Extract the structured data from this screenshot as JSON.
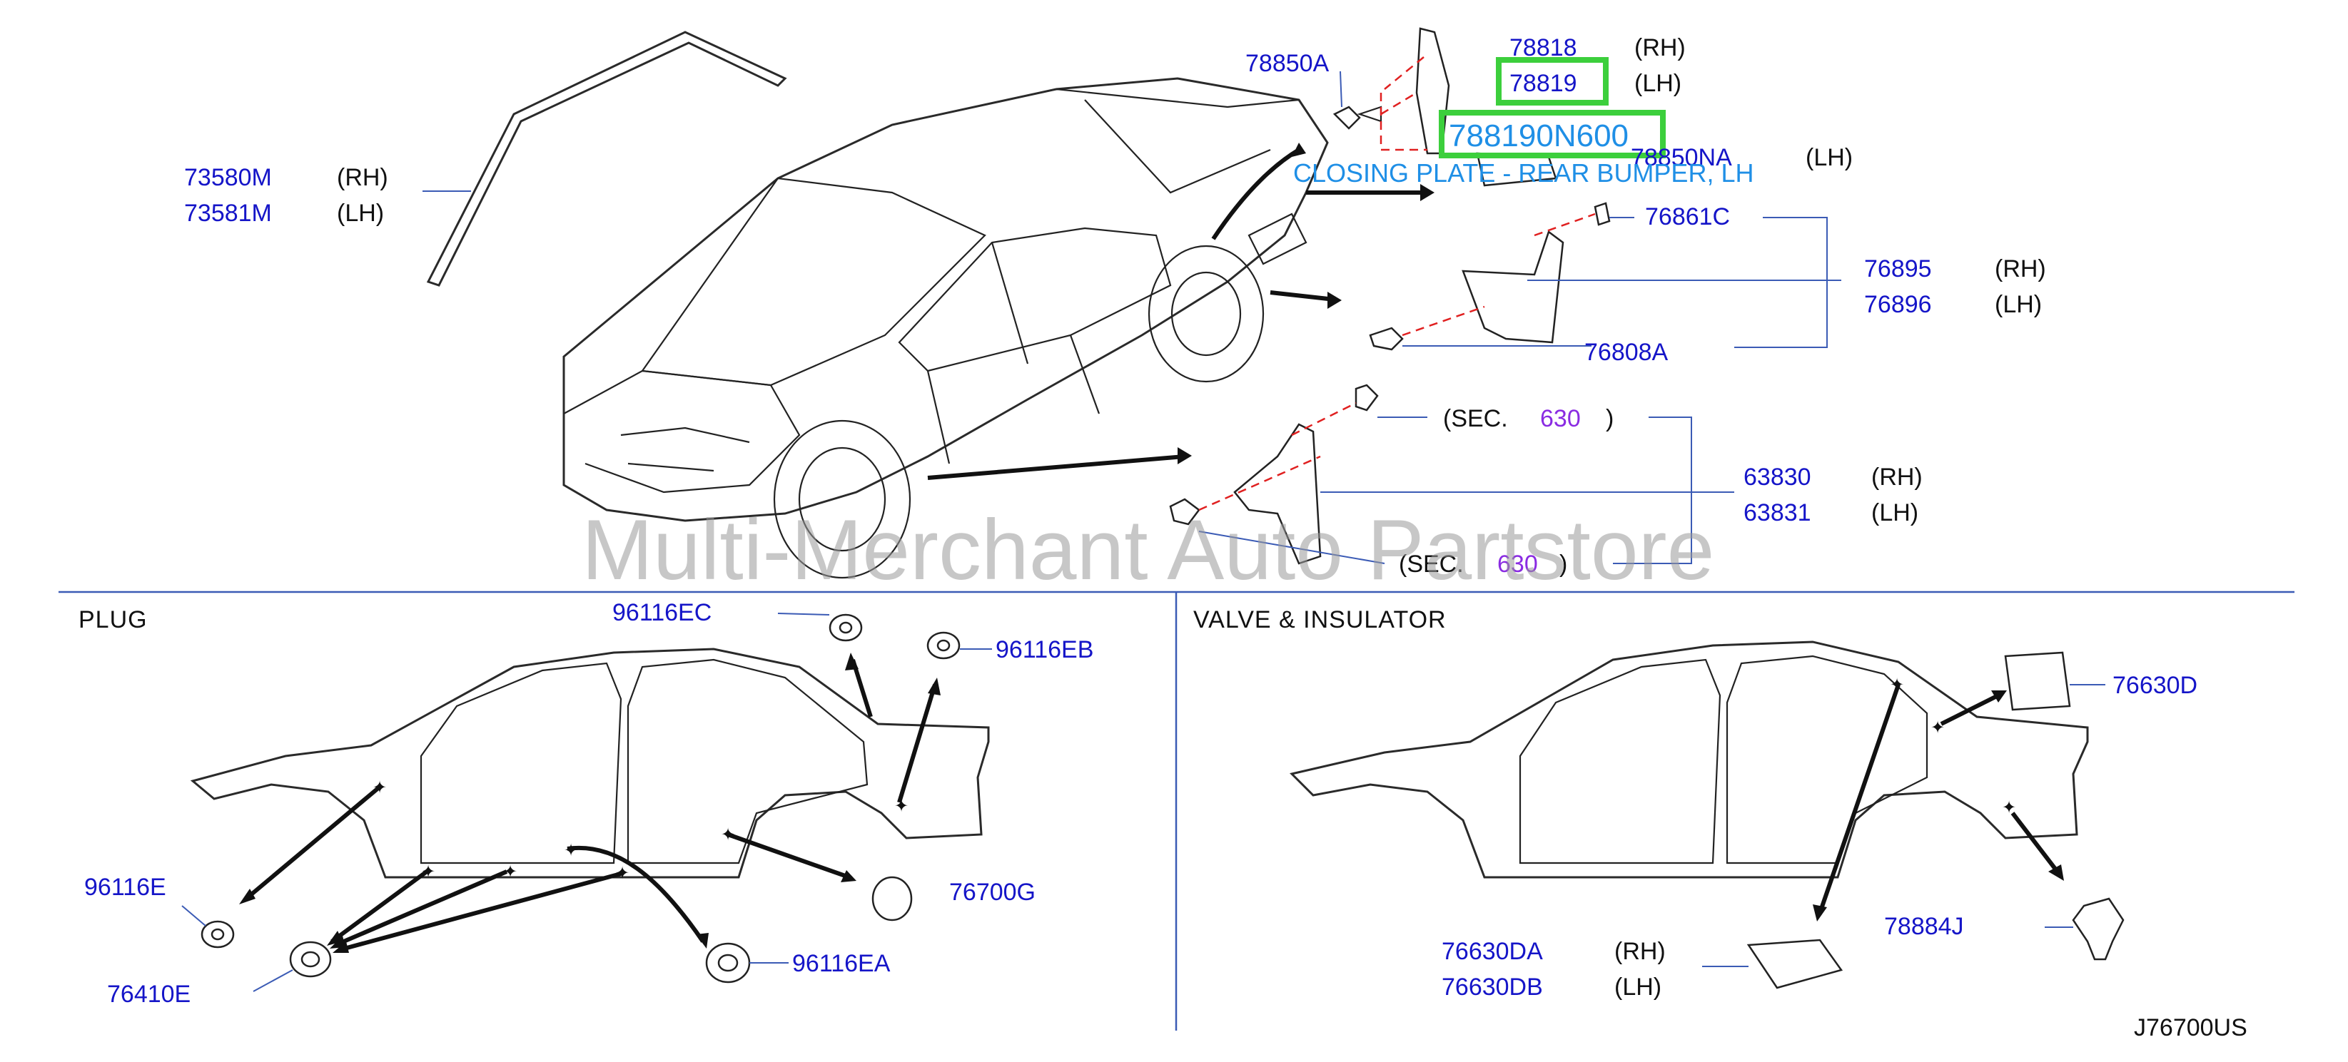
{
  "watermark": "Multi-Merchant Auto Partstore",
  "diagram_code": "J76700US",
  "sections": {
    "plug": "PLUG",
    "valve": "VALVE  &  INSULATOR"
  },
  "labels": {
    "rh": "(RH)",
    "lh": "(LH)",
    "sec": "(SEC.",
    "sec_close": ")"
  },
  "parts": {
    "p73580M": "73580M",
    "p73581M": "73581M",
    "p78850A": "78850A",
    "p78818": "78818",
    "p78819": "78819",
    "p78819_highlight": "788190N600",
    "p78850NA": "78850NA",
    "p76861C": "76861C",
    "p76895": "76895",
    "p76896": "76896",
    "p76808A": "76808A",
    "sec630a": "630",
    "p63830": "63830",
    "p63831": "63831",
    "sec630b": "630",
    "p96116EC": "96116EC",
    "p96116EB": "96116EB",
    "p96116E": "96116E",
    "p76700G": "76700G",
    "p76410E": "76410E",
    "p96116EA": "96116EA",
    "p76630D": "76630D",
    "p78884J": "78884J",
    "p76630DA": "76630DA",
    "p76630DB": "76630DB"
  },
  "highlight_name": "CLOSING PLATE - REAR BUMPER, LH",
  "colors": {
    "part_number": "#1515c8",
    "highlight_text": "#1f8fe6",
    "highlight_box": "#3ccf3c",
    "section_number": "#8a2be2",
    "dashed_line": "#e02020"
  }
}
